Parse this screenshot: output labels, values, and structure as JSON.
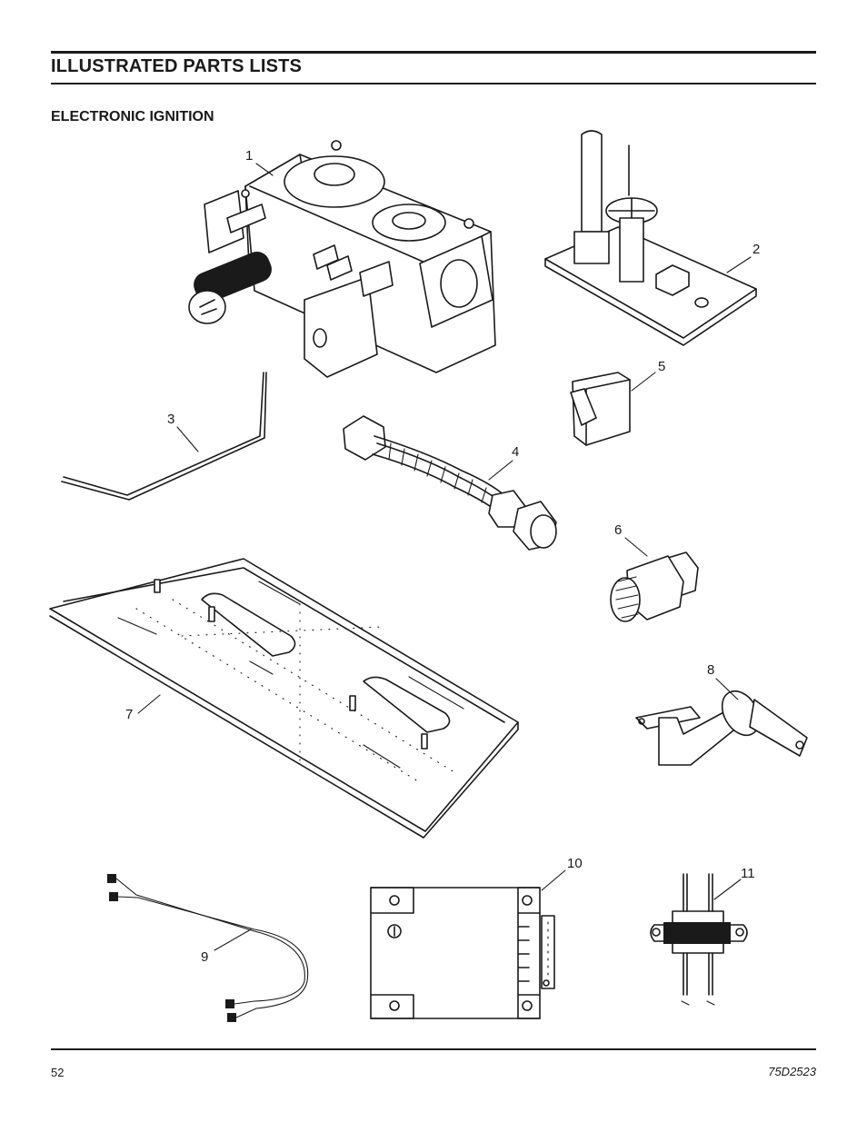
{
  "header": {
    "title": "ILLUSTRATED PARTS LISTS",
    "section": "ELECTRONIC IGNITION"
  },
  "callouts": [
    "1",
    "2",
    "3",
    "4",
    "5",
    "6",
    "7",
    "8",
    "9",
    "10",
    "11"
  ],
  "footer": {
    "page_number": "52",
    "doc_number": "75D2523"
  }
}
